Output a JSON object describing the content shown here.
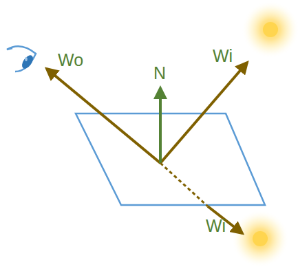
{
  "diagram": {
    "labels": [
      "Wo",
      "N",
      "Wi",
      "Wi"
    ]
  }
}
